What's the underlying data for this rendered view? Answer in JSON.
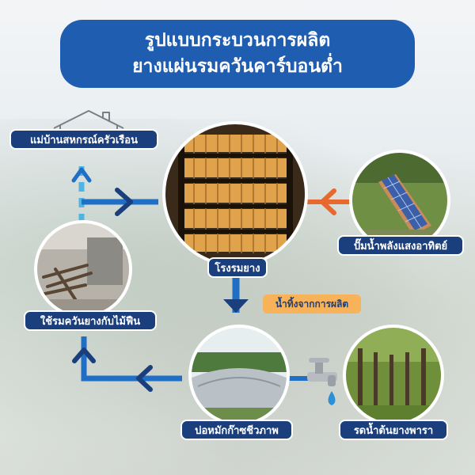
{
  "title": {
    "line1": "รูปแบบกระบวนการผลิต",
    "line2": "ยางแผ่นรมควันคาร์บอนต่ำ"
  },
  "nodes": {
    "housewives": "แม่บ้านสหกรณ์ครัวเรือน",
    "smokehouse": "โรงรมยาง",
    "solar_pump": "ปั๊มน้ำพลังแสงอาทิตย์",
    "firewood_smoking": "ใช้รมควันยางกับไม้ฟืน",
    "biogas_pond": "บ่อหมักก๊าซชีวภาพ",
    "watering_trees": "รดน้ำต้นยางพารา"
  },
  "annotations": {
    "wastewater": "น้ำทิ้งจากการผลิต"
  },
  "colors": {
    "title_bg": "#1f5db0",
    "label_bg": "#1b3f7d",
    "arrow_blue": "#1f6fc7",
    "arrow_navy": "#1b3f7d",
    "arrow_orange": "#e8692e",
    "dashed_light": "#4fb3e3",
    "note_bg": "#f7b25a"
  },
  "icons": {
    "house": "house-outline-icon",
    "faucet": "water-faucet-icon",
    "drop": "water-drop-icon"
  }
}
